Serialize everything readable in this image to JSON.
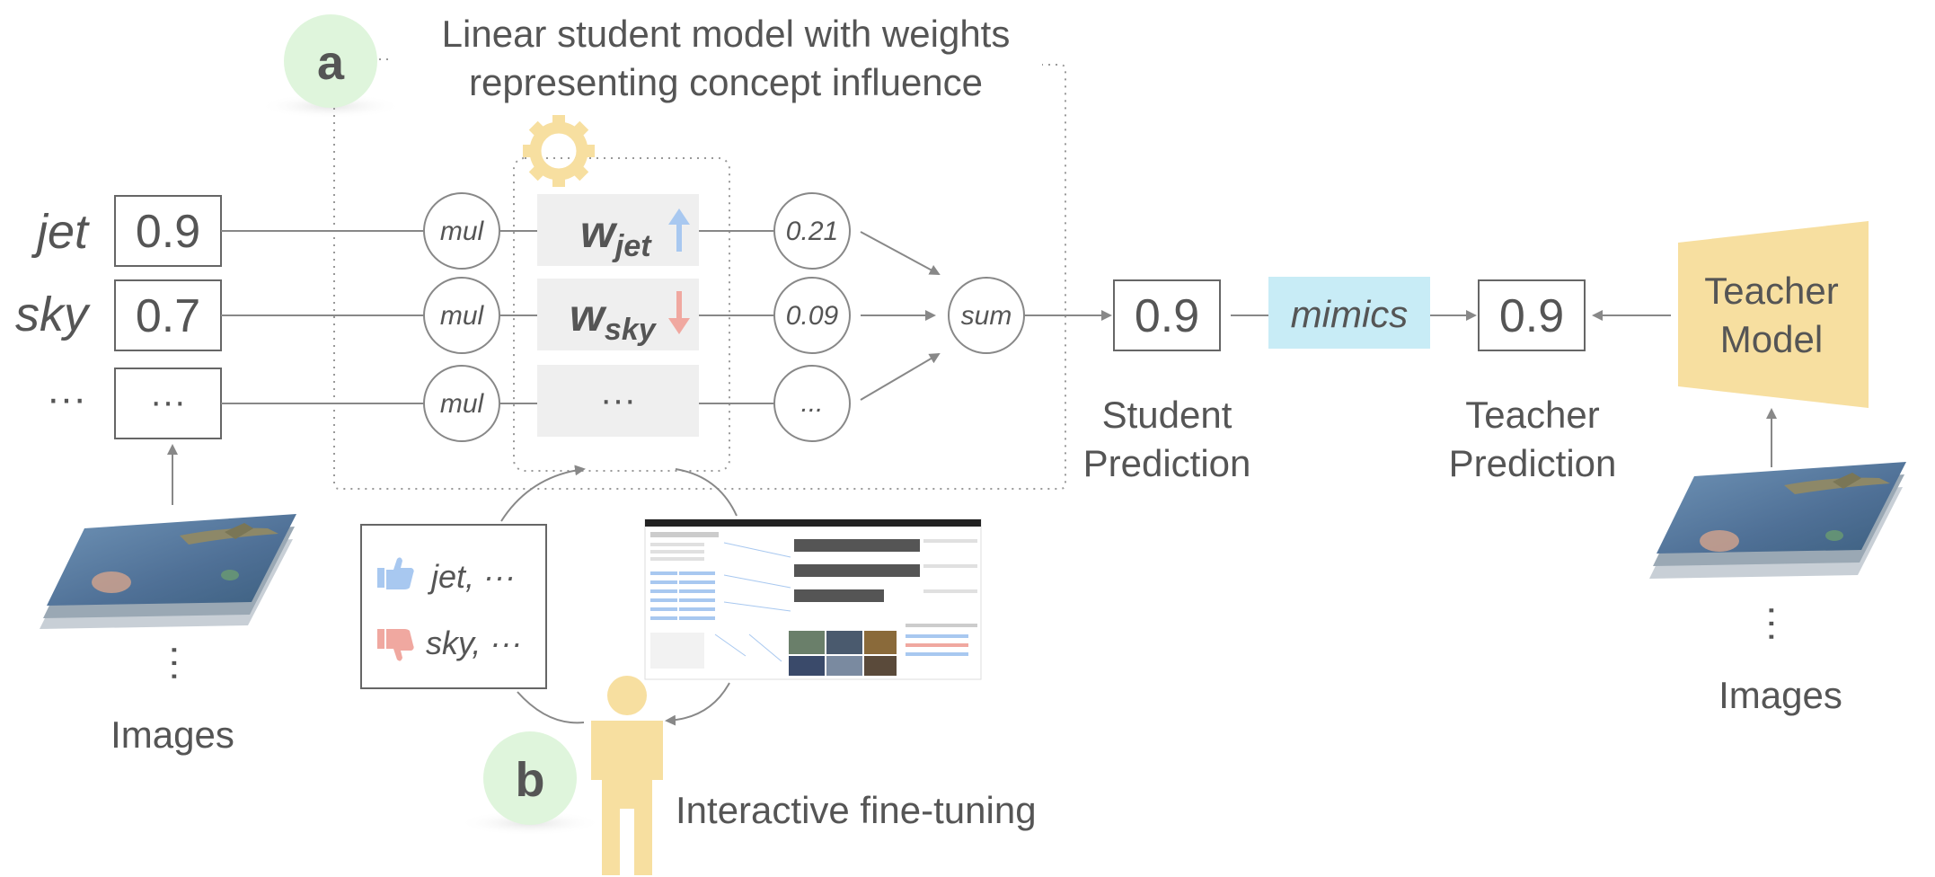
{
  "section_a": {
    "badge": "a",
    "caption_line1": "Linear student model with weights",
    "caption_line2": "representing concept influence"
  },
  "section_b": {
    "badge": "b",
    "caption": "Interactive fine-tuning"
  },
  "concepts": [
    {
      "name": "jet",
      "value": "0.9",
      "op": "mul",
      "weight_base": "w",
      "weight_sub": "jet",
      "weight_direction": "up",
      "product": "0.21"
    },
    {
      "name": "sky",
      "value": "0.7",
      "op": "mul",
      "weight_base": "w",
      "weight_sub": "sky",
      "weight_direction": "down",
      "product": "0.09"
    },
    {
      "name": "···",
      "value": "···",
      "op": "mul",
      "weight": "···",
      "product": "..."
    }
  ],
  "sum_label": "sum",
  "student_prediction": {
    "value": "0.9",
    "label_line1": "Student",
    "label_line2": "Prediction"
  },
  "mimics_label": "mimics",
  "teacher_prediction": {
    "value": "0.9",
    "label_line1": "Teacher",
    "label_line2": "Prediction"
  },
  "teacher_model": {
    "line1": "Teacher",
    "line2": "Model"
  },
  "images_label_left": "Images",
  "images_label_right": "Images",
  "feedback": {
    "like": "jet, ···",
    "dislike": "sky, ···"
  },
  "colors": {
    "badge_fill": "#dff5dc",
    "badge_text": "#6a7a6a",
    "mimics_fill": "#c8ecf6",
    "teacher_model_fill": "#f7dfa0",
    "person_fill": "#f7dfa0",
    "weight_box_fill": "#efefef",
    "arrow_up": "#a8c8f0",
    "arrow_down": "#f0a8a0",
    "thumb_up": "#a8c8f0",
    "thumb_down": "#f0a8a0",
    "gear": "#f7dfa0",
    "line": "#888888",
    "text": "#555555"
  }
}
